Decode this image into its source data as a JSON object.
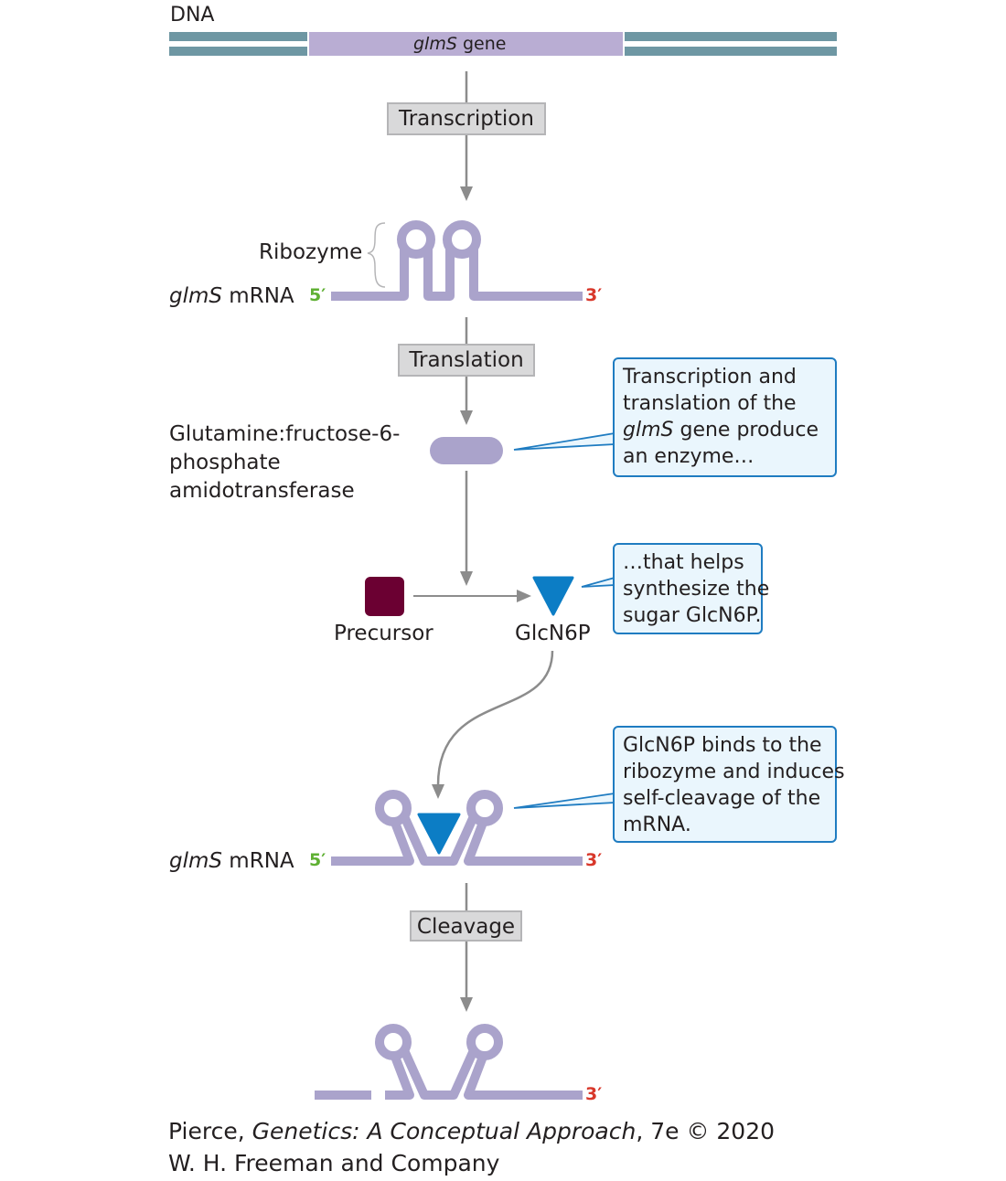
{
  "dna_label": "DNA",
  "gene_label_italic": "glmS",
  "gene_label_rest": " gene",
  "steps": {
    "transcription": "Transcription",
    "translation": "Translation",
    "cleavage": "Cleavage"
  },
  "ribozyme_label": "Ribozyme",
  "mrna_label_italic": "glmS",
  "mrna_label_rest": " mRNA",
  "five_prime": "5′",
  "three_prime": "3′",
  "enzyme_label": {
    "line1": "Glutamine:fructose-6-",
    "line2": "phosphate",
    "line3": "amidotransferase"
  },
  "precursor_label": "Precursor",
  "glcn6p_label": "GlcN6P",
  "callouts": {
    "enzyme": {
      "line1": "Transcription and",
      "line2": "translation of the",
      "line3_italic": "glmS",
      "line3_rest": " gene produce",
      "line4": "an enzyme…"
    },
    "sugar": {
      "line1": "…that helps",
      "line2": "synthesize the",
      "line3": "sugar GlcN6P."
    },
    "binding": {
      "line1": "GlcN6P binds to the",
      "line2": "ribozyme and induces",
      "line3": "self-cleavage of the",
      "line4": "mRNA."
    }
  },
  "credit": {
    "prefix": "Pierce, ",
    "title_italic": "Genetics: A Conceptual Approach",
    "suffix": ", 7e © 2020",
    "line2": "W. H. Freeman and Company"
  },
  "colors": {
    "dna": "#6e97a3",
    "gene": "#b9add3",
    "rna": "#aaa3cb",
    "arrow": "#8c8c8c",
    "glcn6p": "#0c7dc5",
    "precursor": "#6b0032",
    "callout_border": "#1f7cc1",
    "callout_fill": "#eaf6fd"
  }
}
